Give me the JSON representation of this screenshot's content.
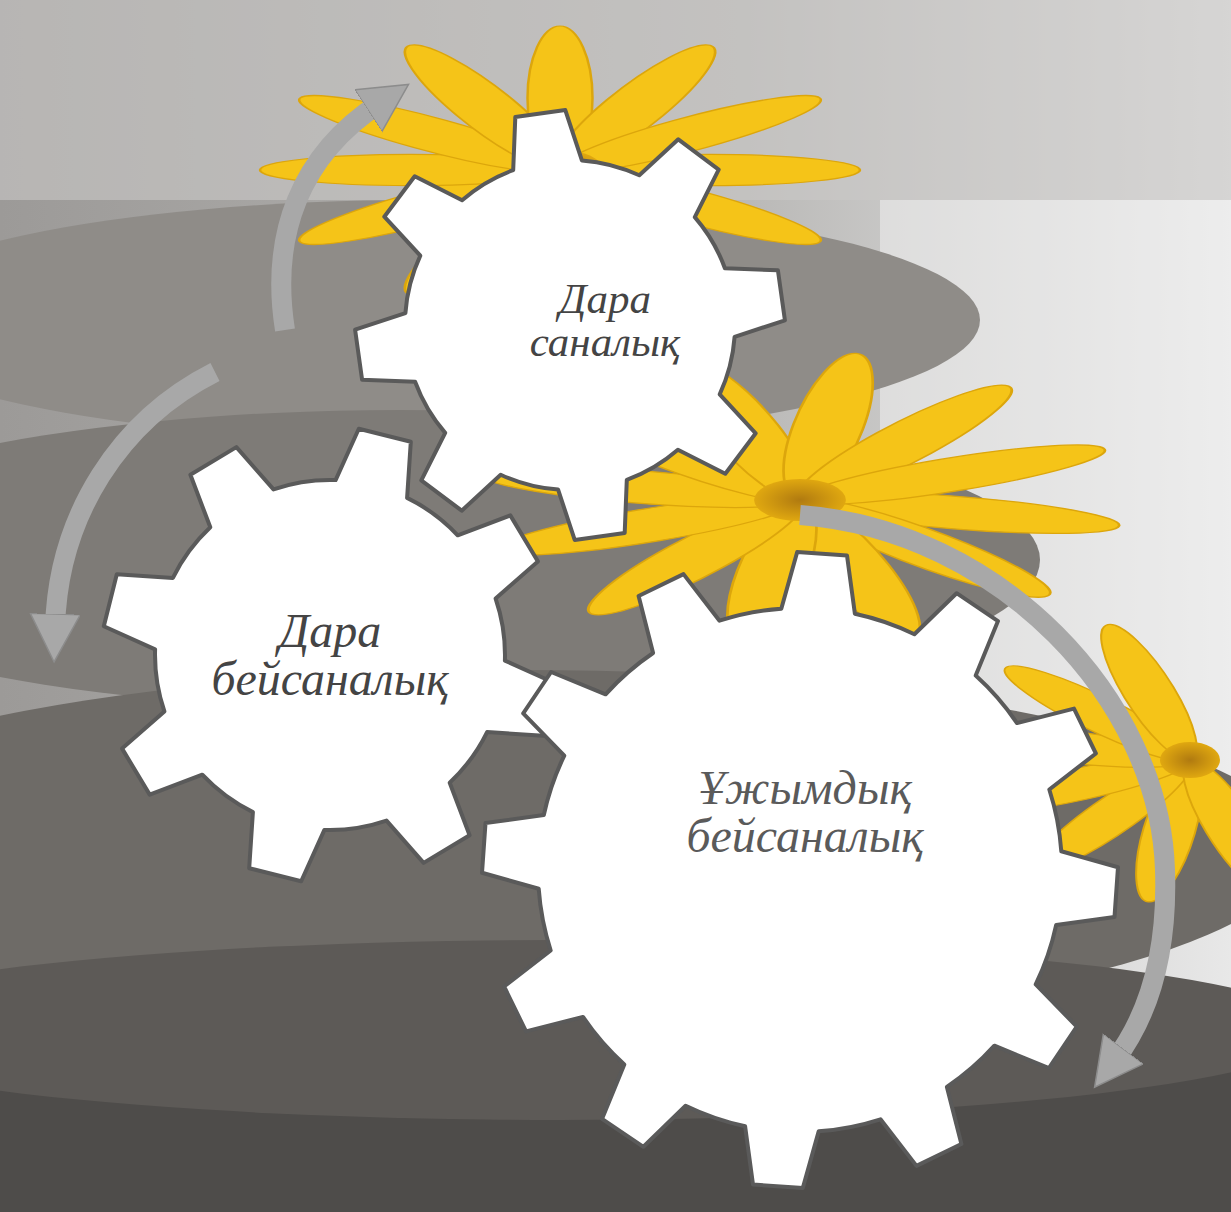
{
  "diagram": {
    "nodes": [
      {
        "text": [
          "Дара саналық"
        ]
      },
      {
        "text": [
          "Дара бейсаналық"
        ]
      },
      {
        "text": [
          "Ұжымдық бейсаналық"
        ]
      }
    ]
  }
}
